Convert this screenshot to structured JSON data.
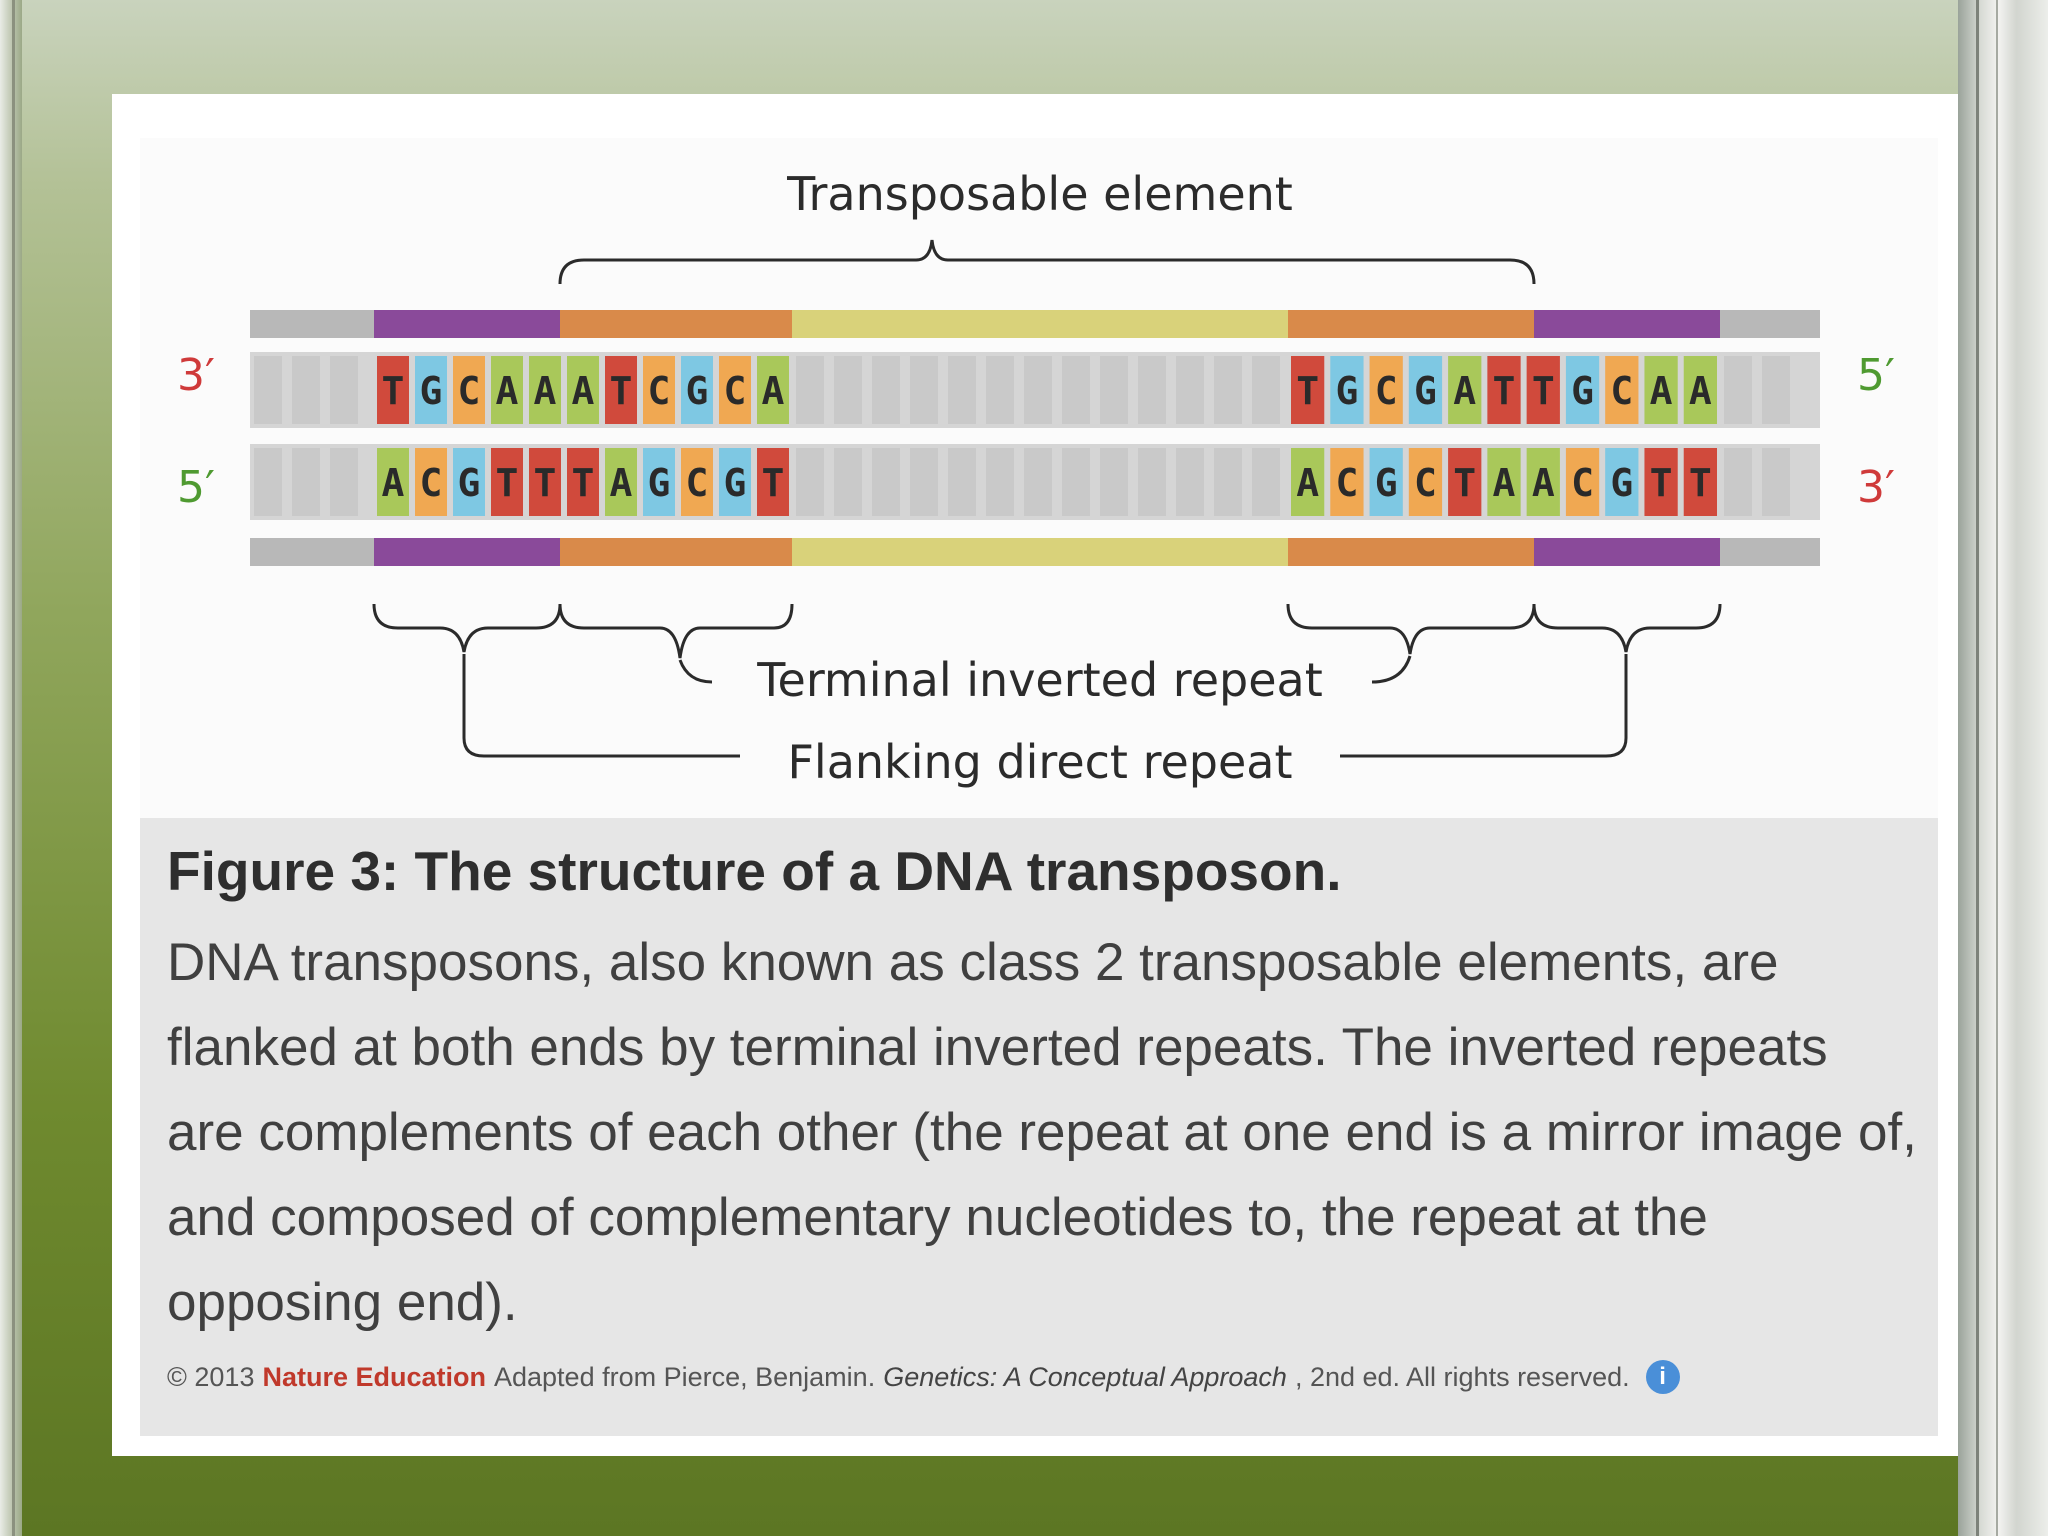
{
  "diagram": {
    "title_label": "Transposable element",
    "tir_label": "Terminal inverted repeat",
    "fdr_label": "Flanking direct repeat",
    "left_top_end": "3′",
    "left_bottom_end": "5′",
    "right_top_end": "5′",
    "right_bottom_end": "3′",
    "left_top_seq": [
      "T",
      "G",
      "C",
      "A",
      "A",
      "A",
      "T",
      "C",
      "G",
      "C",
      "A"
    ],
    "left_bottom_seq": [
      "A",
      "C",
      "G",
      "T",
      "T",
      "T",
      "A",
      "G",
      "C",
      "G",
      "T"
    ],
    "right_top_seq": [
      "T",
      "G",
      "C",
      "G",
      "A",
      "T",
      "T",
      "G",
      "C",
      "A",
      "A"
    ],
    "right_bottom_seq": [
      "A",
      "C",
      "G",
      "C",
      "T",
      "A",
      "A",
      "C",
      "G",
      "T",
      "T"
    ],
    "base_colors": {
      "A": "#a9c85a",
      "T": "#d04a3c",
      "G": "#7ec8e3",
      "C": "#f0a852"
    },
    "segment_colors": {
      "flank": "#8a4a9a",
      "tir": "#d98a4a",
      "core": "#d9d27a",
      "host": "#b8b8b8"
    }
  },
  "caption": {
    "title": "Figure 3: The structure of a DNA transposon.",
    "body": "DNA transposons, also known as class 2 transposable elements, are flanked at both ends by terminal inverted repeats. The inverted repeats are complements of each other (the repeat at one end is a mirror image of, and composed of complementary nucleotides to, the repeat at the opposing end)."
  },
  "credit": {
    "copyright": "© 2013",
    "brand": "Nature Education",
    "adapted": "Adapted from Pierce, Benjamin.",
    "book": "Genetics: A Conceptual Approach",
    "rest": ", 2nd ed. All rights reserved.",
    "info_icon": "info-icon"
  }
}
